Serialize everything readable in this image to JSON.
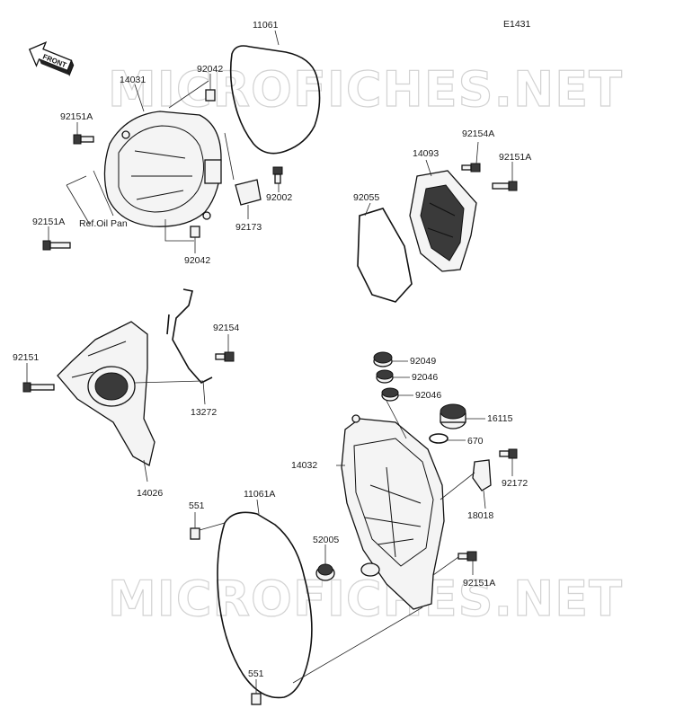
{
  "diagram_code": "E1431",
  "watermark_text": "MICROFICHES.NET",
  "front_arrow_text": "FRONT",
  "reference_note": "Ref.Oil Pan",
  "labels": {
    "p11061": "11061",
    "p14031": "14031",
    "p92042a": "92042",
    "p92151a_1": "92151A",
    "p92151a_2": "92151A",
    "p92002": "92002",
    "p92173": "92173",
    "p92042b": "92042",
    "p14093": "14093",
    "p92154a": "92154A",
    "p92151a_3": "92151A",
    "p92055": "92055",
    "p92154": "92154",
    "p92151": "92151",
    "p13272": "13272",
    "p14026": "14026",
    "p92049": "92049",
    "p92046a": "92046",
    "p92046b": "92046",
    "p16115": "16115",
    "p670": "670",
    "p14032": "14032",
    "p92172": "92172",
    "p18018": "18018",
    "p551a": "551",
    "p11061a": "11061A",
    "p52005": "52005",
    "p92151a_4": "92151A",
    "p551b": "551"
  }
}
